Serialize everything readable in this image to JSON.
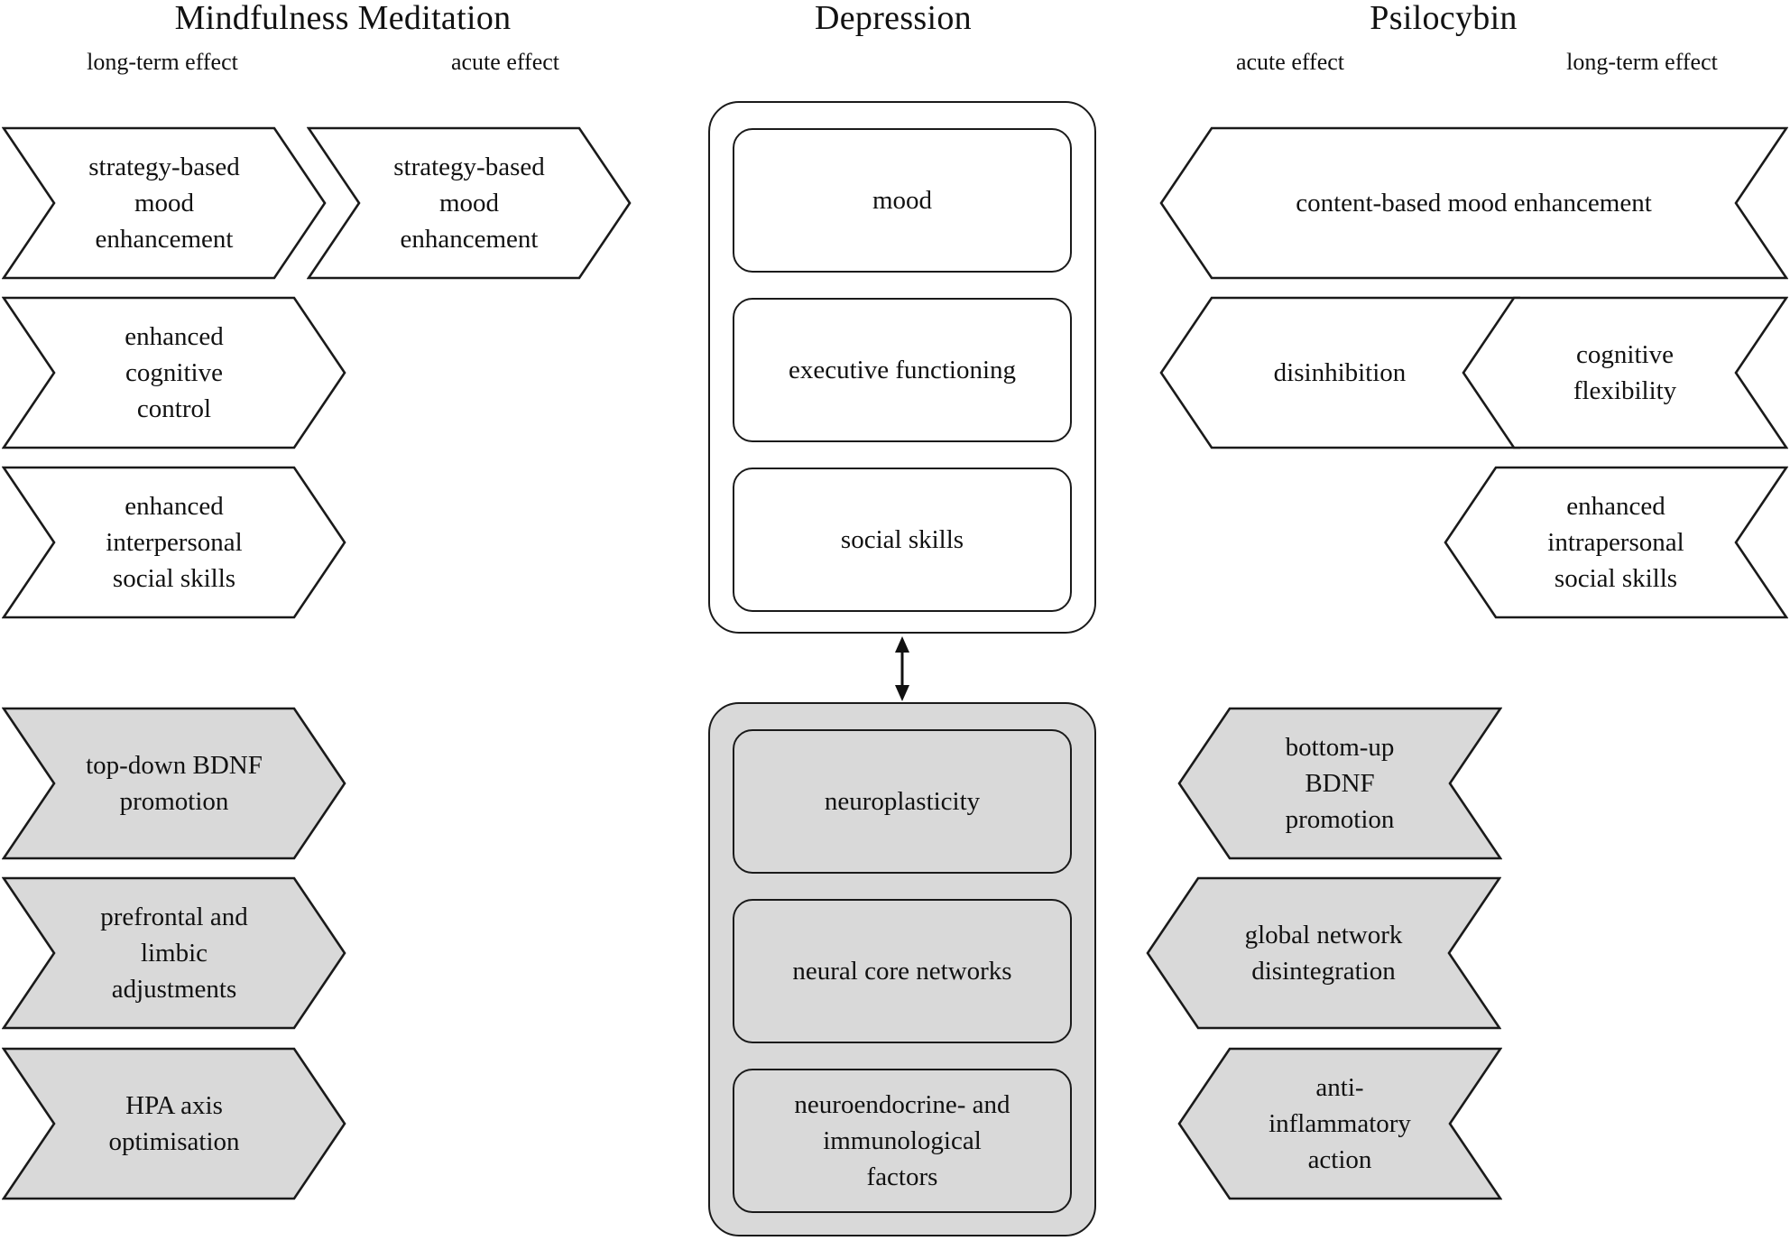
{
  "diagram": {
    "title_left": "Mindfulness Meditation",
    "title_center": "Depression",
    "title_right": "Psilocybin",
    "colors": {
      "shaded_fill": "#d9d9d9",
      "stroke": "#1a1a1a",
      "background": "#ffffff",
      "text": "#111111"
    },
    "sublabels": {
      "left_outer": "long-term  effect",
      "left_inner": "acute effect",
      "right_inner": "acute effect",
      "right_outer": "long-term  effect"
    },
    "left_column": {
      "psychological": [
        {
          "text": "strategy-based\nmood\nenhancement",
          "shaded": false,
          "direction": "right"
        },
        {
          "text": "strategy-based\nmood\nenhancement",
          "shaded": false,
          "direction": "right"
        },
        {
          "text": "enhanced\ncognitive\ncontrol",
          "shaded": false,
          "direction": "right"
        },
        {
          "text": "enhanced\ninterpersonal\nsocial  skills",
          "shaded": false,
          "direction": "right"
        }
      ],
      "biological": [
        {
          "text": "top-down BDNF\npromotion",
          "shaded": true,
          "direction": "right"
        },
        {
          "text": "prefrontal  and\nlimbic\nadjustments",
          "shaded": true,
          "direction": "right"
        },
        {
          "text": "HPA axis\noptimisation",
          "shaded": true,
          "direction": "right"
        }
      ]
    },
    "right_column": {
      "psychological": [
        {
          "text": "content-based mood enhancement",
          "shaded": false,
          "direction": "left"
        },
        {
          "text": "disinhibition",
          "shaded": false,
          "direction": "left"
        },
        {
          "text": "cognitive\nflexibility",
          "shaded": false,
          "direction": "left"
        },
        {
          "text": "enhanced\nintrapersonal\nsocial  skills",
          "shaded": false,
          "direction": "left"
        }
      ],
      "biological": [
        {
          "text": "bottom-up\nBDNF\npromotion",
          "shaded": true,
          "direction": "left"
        },
        {
          "text": "global  network\ndisintegration",
          "shaded": true,
          "direction": "left"
        },
        {
          "text": "anti-\ninflammatory\naction",
          "shaded": true,
          "direction": "left"
        }
      ]
    },
    "center_column": {
      "psychological_panel": {
        "shaded": false,
        "cells": [
          {
            "text": "mood"
          },
          {
            "text": "executive  functioning"
          },
          {
            "text": "social  skills"
          }
        ]
      },
      "biological_panel": {
        "shaded": true,
        "cells": [
          {
            "text": "neuroplasticity"
          },
          {
            "text": "neural  core networks"
          },
          {
            "text": "neuroendocrine-  and\nimmunological\nfactors"
          }
        ]
      },
      "connector": "double-headed-vertical-arrow"
    }
  }
}
